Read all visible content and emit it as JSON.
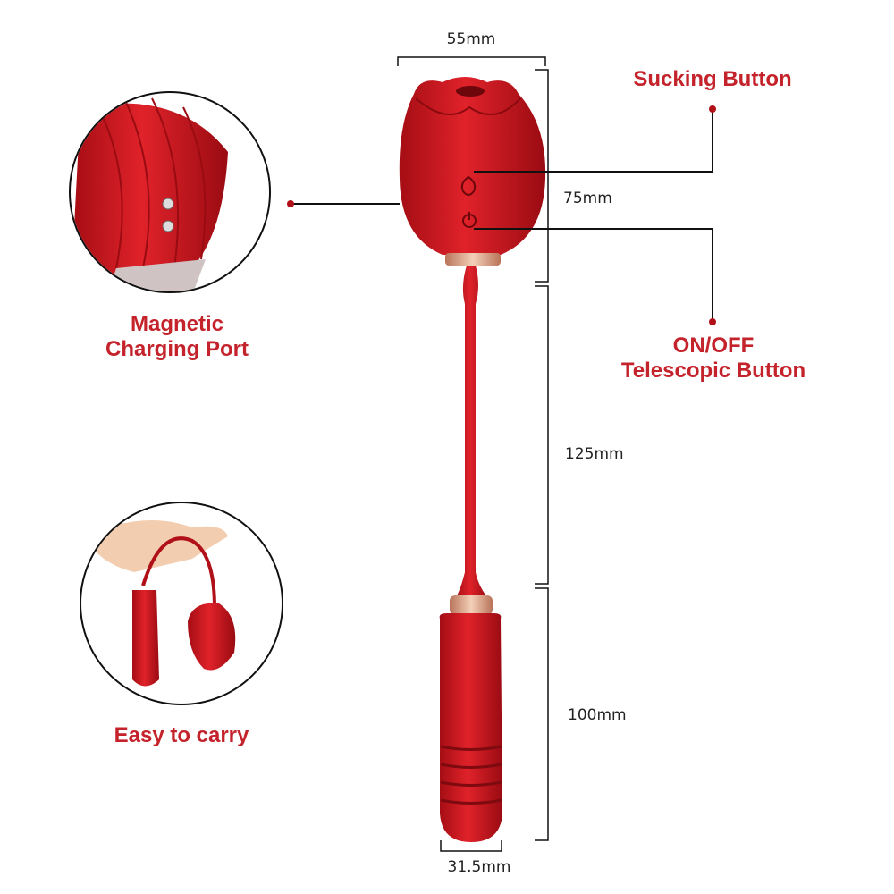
{
  "dimensions": {
    "head_width": "55mm",
    "head_height": "75mm",
    "stem_length": "125mm",
    "body_length": "100mm",
    "body_width": "31.5mm"
  },
  "callouts": {
    "sucking_button": "Sucking Button",
    "on_off_line1": "ON/OFF",
    "on_off_line2": "Telescopic Button",
    "charging_line1": "Magnetic",
    "charging_line2": "Charging Port",
    "easy_carry": "Easy to carry"
  },
  "colors": {
    "product_red": "#c8141c",
    "label_red": "#c4232b",
    "accent_gold": "#d9a07a"
  }
}
